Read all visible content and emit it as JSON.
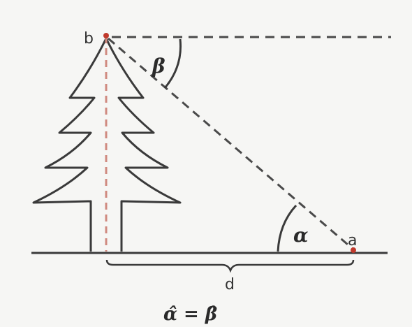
{
  "labels": {
    "point_b": "b",
    "point_a": "a",
    "angle_beta": "β",
    "angle_alpha": "α",
    "distance": "d",
    "equation": "α̂ = β̂"
  },
  "colors": {
    "ink": "#3a3a3a",
    "dashed_line": "#4a4a4a",
    "height_line": "#d08a80",
    "point": "#c0392b",
    "background": "#f6f6f4"
  }
}
